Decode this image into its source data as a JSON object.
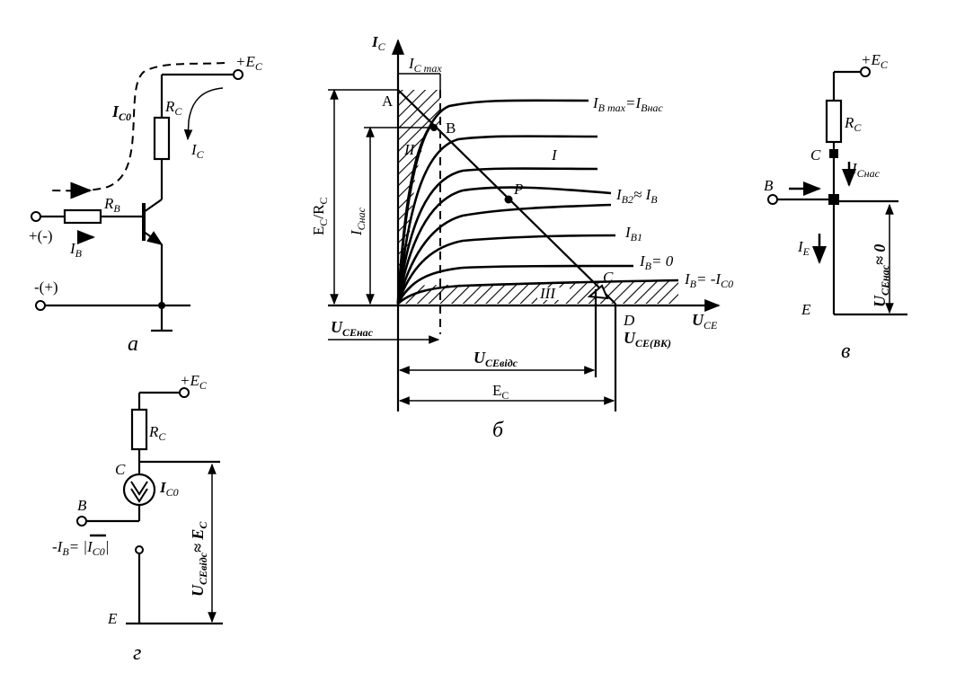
{
  "captions": {
    "a": "а",
    "b": "б",
    "v": "в",
    "g": "г"
  },
  "fig_a": {
    "ec": "+E",
    "ec_sub": "C",
    "rc": "R",
    "rc_sub": "C",
    "rb": "R",
    "rb_sub": "B",
    "ic": "I",
    "ic_sub": "C",
    "ic0": "I",
    "ic0_sub": "C0",
    "ib": "I",
    "ib_sub": "B",
    "plus_minus": "+(-)",
    "minus_plus": "-(+)"
  },
  "fig_b": {
    "y_axis": "I",
    "y_axis_sub": "C",
    "x_axis": "U",
    "x_axis_sub": "CE",
    "icmax": "I",
    "icmax_sub": "C max",
    "ec_rc": "E",
    "ec_rc_sub": "C",
    "ec_rc_tail": "/R",
    "ec_rc_sub2": "C",
    "icnas": "I",
    "icnas_sub": "Cнас",
    "point_a": "A",
    "point_b": "B",
    "point_c": "C",
    "point_d": "D",
    "point_p": "P",
    "region_1": "I",
    "region_2": "II",
    "region_3": "III",
    "ib_max": "I",
    "ib_max_sub": "B max",
    "ib_max_eq": "=I",
    "ib_max_eq_sub": "Bнас",
    "ib2": "I",
    "ib2_sub": "B2",
    "ib2_eq": "≈ I",
    "ib2_eq_sub": "B",
    "ib1": "I",
    "ib1_sub": "B1",
    "ib0": "I",
    "ib0_sub": "B",
    "ib0_eq": "= 0",
    "ibneg": "I",
    "ibneg_sub": "B",
    "ibneg_eq": "= -I",
    "ibneg_eq_sub": "C0",
    "ucenas": "U",
    "ucenas_sub": "CEнас",
    "ucevids": "U",
    "ucevids_sub": "CEвідс",
    "ucevk": "U",
    "ucevk_sub": "CE(BK)",
    "ec": "E",
    "ec_sub": "C"
  },
  "fig_v": {
    "ec": "+E",
    "ec_sub": "C",
    "rc": "R",
    "rc_sub": "C",
    "c": "C",
    "b": "B",
    "e": "E",
    "icnas": "I",
    "icnas_sub": "Cнас",
    "ie": "I",
    "ie_sub": "E",
    "uce": "U",
    "uce_sub": "CEнас",
    "uce_tail": "≈ 0"
  },
  "fig_g": {
    "ec": "+E",
    "ec_sub": "C",
    "rc": "R",
    "rc_sub": "C",
    "c": "C",
    "b": "B",
    "e": "E",
    "ic0": "I",
    "ic0_sub": "C0",
    "ib_left": "-I",
    "ib_left_sub": "B",
    "ib_eq": "= |I",
    "ib_eq_sub": "C0",
    "ib_close": "|",
    "uce": "U",
    "uce_sub": "CEвідс",
    "uce_tail": "≈ E",
    "uce_tail_sub": "C"
  }
}
